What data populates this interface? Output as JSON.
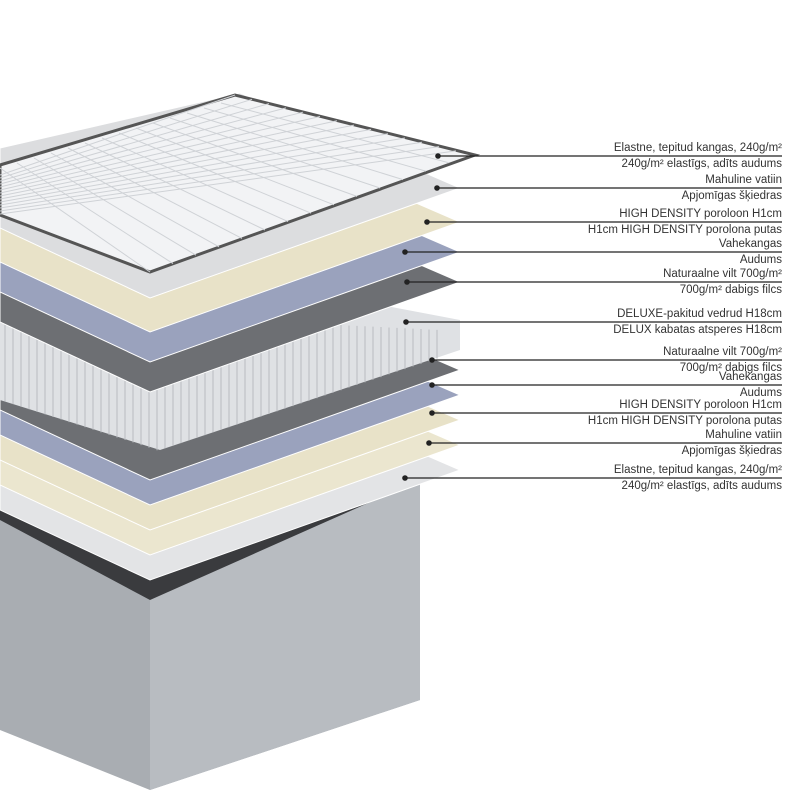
{
  "labels": [
    {
      "top": "Elastne, tepitud kangas, 240g/m²",
      "bottom": "240g/m² elastīgs, adīts audums"
    },
    {
      "top": "Mahuline vatiin",
      "bottom": "Apjomīgas šķiedras"
    },
    {
      "top": "HIGH DENSITY poroloon H1cm",
      "bottom": "H1cm HIGH DENSITY porolona putas"
    },
    {
      "top": "Vahekangas",
      "bottom": "Audums"
    },
    {
      "top": "Naturaalne vilt 700g/m²",
      "bottom": "700g/m²  dabigs filcs"
    },
    {
      "top": "DELUXE-pakitud vedrud H18cm",
      "bottom": "DELUX kabatas atsperes H18cm"
    },
    {
      "top": "Naturaalne vilt 700g/m²",
      "bottom": "700g/m²  dabigs filcs"
    },
    {
      "top": "Vahekangas",
      "bottom": "Audums"
    },
    {
      "top": "HIGH DENSITY poroloon H1cm",
      "bottom": "H1cm HIGH DENSITY porolona putas"
    },
    {
      "top": "Mahuline vatiin",
      "bottom": "Apjomīgas šķiedras"
    },
    {
      "top": "Elastne, tepitud kangas, 240g/m²",
      "bottom": "240g/m² elastīgs, adīts audums"
    }
  ],
  "colors": {
    "line": "#222222",
    "text": "#333333",
    "cover": "#f2f3f5",
    "foam": "#e8e2c8",
    "fabric": "#9aa2bd",
    "felt": "#6d6f73",
    "wadding": "#d9dadc",
    "base": "#a9adb2"
  }
}
